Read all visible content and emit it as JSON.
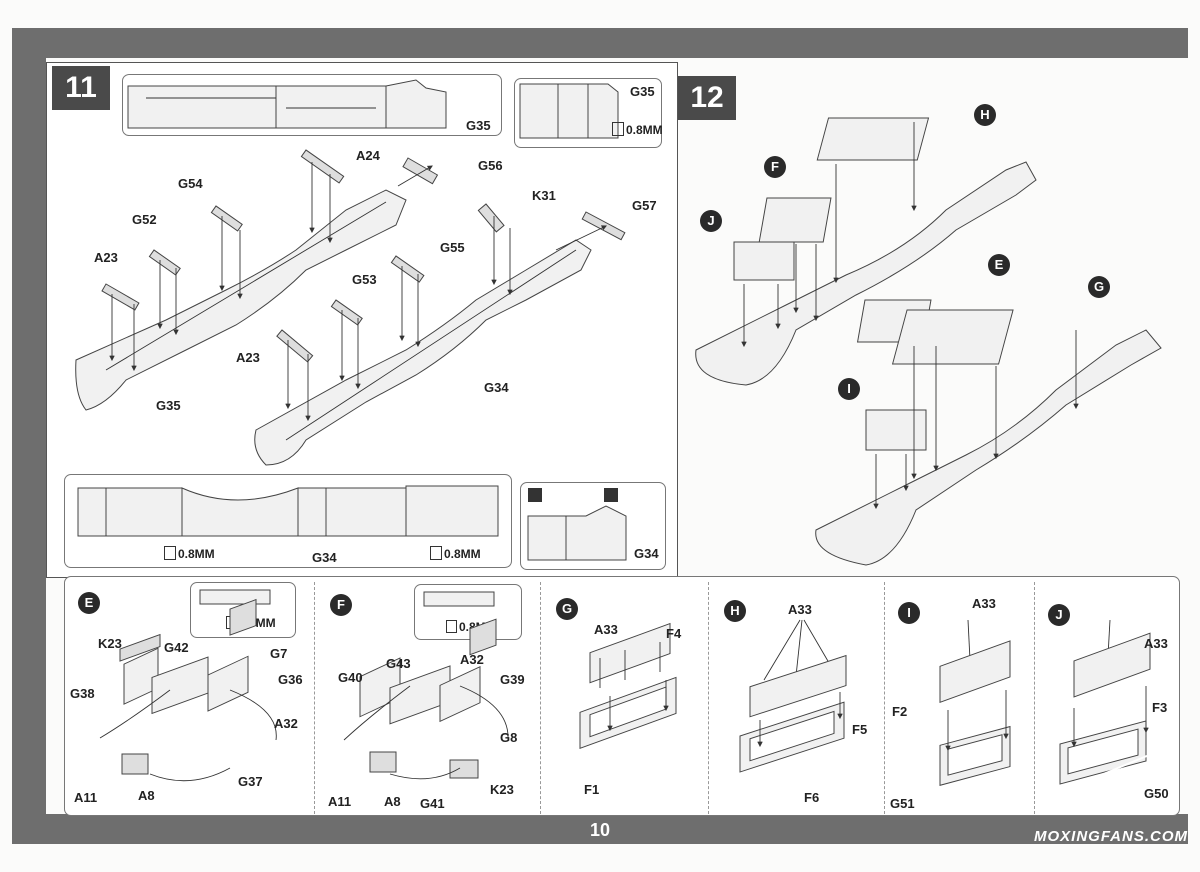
{
  "page_number": "10",
  "watermark": "MOXINGFANS.COM",
  "step11": {
    "number": "11",
    "top_inset_label": "G35",
    "top_right_inset": {
      "part": "G35",
      "size": "0.8MM"
    },
    "labels": {
      "a24": "A24",
      "g56": "G56",
      "g54": "G54",
      "k31": "K31",
      "g57": "G57",
      "g52": "G52",
      "g55": "G55",
      "a23_left": "A23",
      "g53": "G53",
      "a23_mid": "A23",
      "g35": "G35",
      "g34": "G34"
    },
    "bottom_inset": {
      "drill_left": "0.8MM",
      "part": "G34",
      "drill_right": "0.8MM"
    },
    "bottom_right_inset": {
      "part": "G34"
    }
  },
  "step12": {
    "number": "12",
    "labels": {
      "h": "H",
      "f": "F",
      "j": "J",
      "e": "E",
      "g": "G",
      "i": "I"
    }
  },
  "subassemblies": {
    "e": {
      "letter": "E",
      "inset_size": "0.8MM",
      "parts": {
        "k23": "K23",
        "g42": "G42",
        "g7": "G7",
        "g38": "G38",
        "g36": "G36",
        "a32": "A32",
        "g37": "G37",
        "a11": "A11",
        "a8": "A8"
      }
    },
    "f": {
      "letter": "F",
      "inset_size": "0.8MM",
      "parts": {
        "g43": "G43",
        "a32": "A32",
        "g40": "G40",
        "g39": "G39",
        "g8": "G8",
        "a11": "A11",
        "a8": "A8",
        "g41": "G41",
        "k23": "K23"
      }
    },
    "g": {
      "letter": "G",
      "parts": {
        "a33": "A33",
        "f4": "F4",
        "f1": "F1"
      }
    },
    "h": {
      "letter": "H",
      "parts": {
        "a33": "A33",
        "f5": "F5",
        "f6": "F6"
      }
    },
    "i": {
      "letter": "I",
      "parts": {
        "a33": "A33",
        "f2": "F2",
        "g51": "G51"
      }
    },
    "j": {
      "letter": "J",
      "parts": {
        "a33": "A33",
        "f3": "F3",
        "g50": "G50"
      }
    }
  }
}
